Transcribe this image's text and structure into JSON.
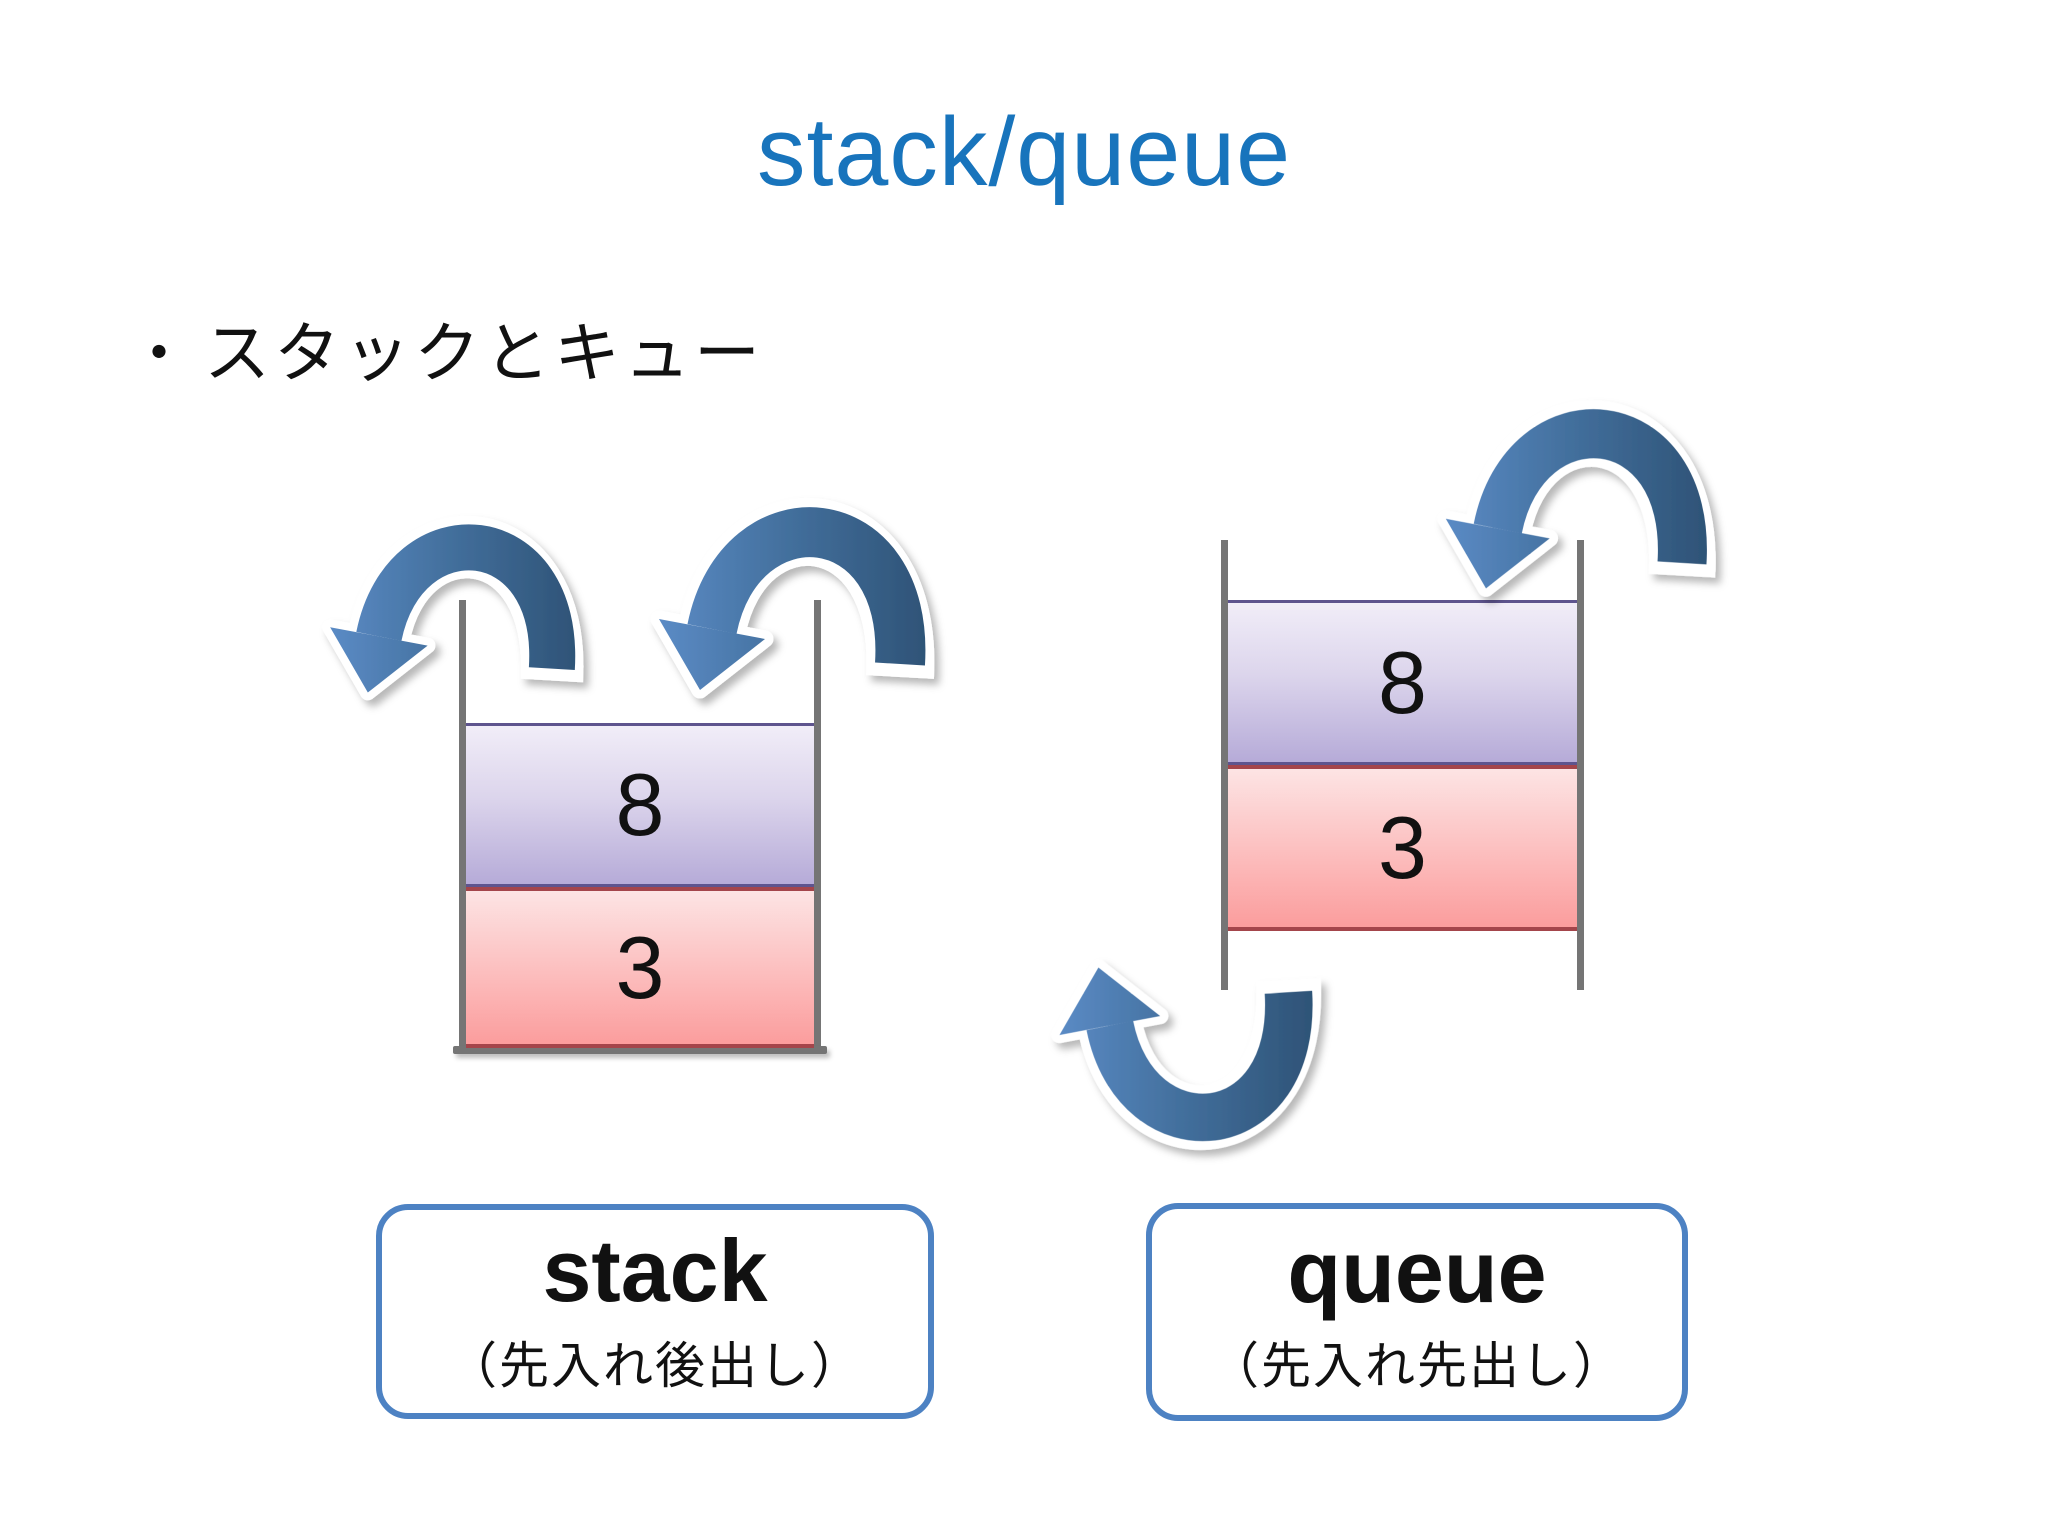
{
  "slide": {
    "title": "stack/queue",
    "bullet": {
      "marker": "・",
      "text": "スタックとキュー"
    }
  },
  "stack_diagram": {
    "cells": [
      {
        "value": "8"
      },
      {
        "value": "3"
      }
    ],
    "label": {
      "name": "stack",
      "reading": "（先入れ後出し）"
    }
  },
  "queue_diagram": {
    "cells": [
      {
        "value": "8"
      },
      {
        "value": "3"
      }
    ],
    "label": {
      "name": "queue",
      "reading": "（先入れ先出し）"
    }
  },
  "icons": {
    "stack_pop_arrow": "curved-arrow-over-left-wall-out",
    "stack_push_arrow": "curved-arrow-over-right-wall-in",
    "enqueue_arrow": "curved-arrow-over-right-wall-in",
    "dequeue_arrow": "u-turn-arrow-out-bottom-left"
  },
  "colors": {
    "title_blue": "#1874BC",
    "label_box_border": "#4D82C3",
    "wall_gray": "#757575",
    "cell_purple_top": "#F1EDF8",
    "cell_purple_bottom": "#B6ABD8",
    "cell_purple_border": "#5E548E",
    "cell_pink_top": "#FDE4E4",
    "cell_pink_bottom": "#FB9D9D",
    "cell_pink_border": "#A4454B",
    "arrow_blue_light": "#5A8AC4",
    "arrow_blue_dark": "#2F5478",
    "text_black": "#111111"
  }
}
